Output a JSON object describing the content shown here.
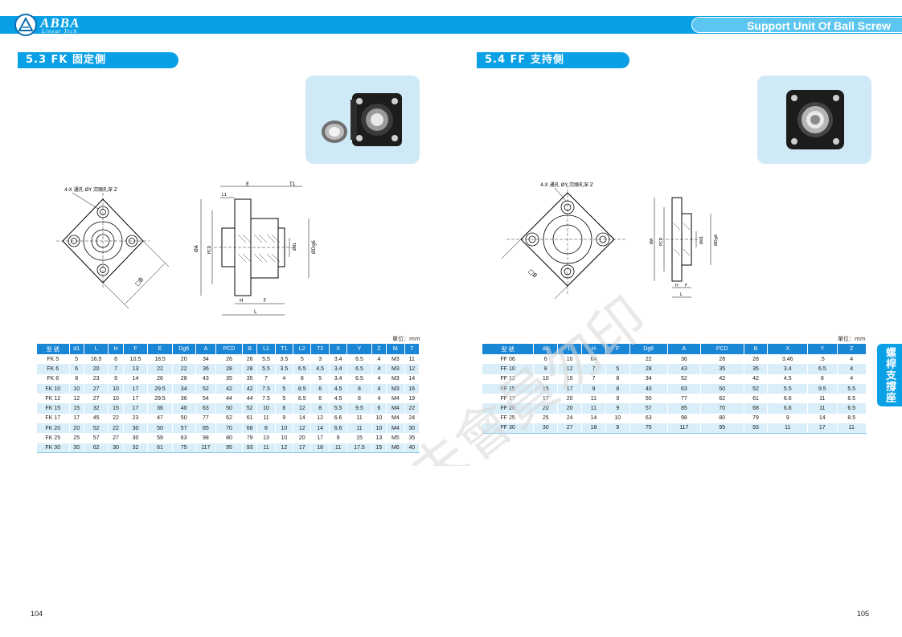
{
  "header": {
    "brand": "ABBA",
    "brand_sub": "Linear Tech",
    "right_title": "Support Unit Of Ball Screw"
  },
  "left": {
    "section_title": "5.3 FK 固定側",
    "unit_label": "單位：mm",
    "drawing_note": "4-X 通孔 ØY 沉頭孔深 Z",
    "dims": {
      "E": "E",
      "T1": "T1",
      "L1": "L1",
      "A": "ØA",
      "PCD": "PCD",
      "d1": "Ød1",
      "Dg6": "ØDg6",
      "H": "H",
      "F": "F",
      "L": "L",
      "B": "□B"
    },
    "table": {
      "headers": [
        "型 號",
        "d1",
        "L",
        "H",
        "F",
        "E",
        "Dg6",
        "A",
        "PCD",
        "B",
        "L1",
        "T1",
        "L2",
        "T2",
        "X",
        "Y",
        "Z",
        "M",
        "T"
      ],
      "rows": [
        [
          "FK 5",
          "5",
          "16.5",
          "6",
          "10.5",
          "18.5",
          "20",
          "34",
          "26",
          "26",
          "5.5",
          "3.5",
          "5",
          "3",
          "3.4",
          "6.5",
          "4",
          "M3",
          "11"
        ],
        [
          "FK 6",
          "6",
          "20",
          "7",
          "13",
          "22",
          "22",
          "36",
          "28",
          "28",
          "5.5",
          "3.5",
          "6.5",
          "4.5",
          "3.4",
          "6.5",
          "4",
          "M3",
          "12"
        ],
        [
          "FK 8",
          "8",
          "23",
          "9",
          "14",
          "26",
          "28",
          "43",
          "35",
          "35",
          "7",
          "4",
          "8",
          "5",
          "3.4",
          "6.5",
          "4",
          "M3",
          "14"
        ],
        [
          "FK 10",
          "10",
          "27",
          "10",
          "17",
          "29.5",
          "34",
          "52",
          "42",
          "42",
          "7.5",
          "5",
          "8.5",
          "6",
          "4.5",
          "8",
          "4",
          "M3",
          "16"
        ],
        [
          "FK 12",
          "12",
          "27",
          "10",
          "17",
          "29.5",
          "36",
          "54",
          "44",
          "44",
          "7.5",
          "5",
          "8.5",
          "6",
          "4.5",
          "8",
          "4",
          "M4",
          "19"
        ],
        [
          "FK 15",
          "15",
          "32",
          "15",
          "17",
          "36",
          "40",
          "63",
          "50",
          "52",
          "10",
          "6",
          "12",
          "8",
          "5.5",
          "9.5",
          "6",
          "M4",
          "22"
        ],
        [
          "FK 17",
          "17",
          "45",
          "22",
          "23",
          "47",
          "50",
          "77",
          "62",
          "61",
          "11",
          "9",
          "14",
          "12",
          "6.6",
          "11",
          "10",
          "M4",
          "24"
        ],
        [
          "FK 20",
          "20",
          "52",
          "22",
          "30",
          "50",
          "57",
          "85",
          "70",
          "68",
          "8",
          "10",
          "12",
          "14",
          "6.6",
          "11",
          "10",
          "M4",
          "30"
        ],
        [
          "FK 25",
          "25",
          "57",
          "27",
          "30",
          "59",
          "63",
          "98",
          "80",
          "79",
          "13",
          "10",
          "20",
          "17",
          "9",
          "15",
          "13",
          "M5",
          "35"
        ],
        [
          "FK 30",
          "30",
          "62",
          "30",
          "32",
          "61",
          "75",
          "117",
          "95",
          "93",
          "11",
          "12",
          "17",
          "18",
          "11",
          "17.5",
          "15",
          "M6",
          "40"
        ]
      ]
    },
    "page_number": "104"
  },
  "right": {
    "section_title": "5.4 FF 支持側",
    "unit_label": "單位：mm",
    "drawing_note": "4-X 通孔 ØY 沉頭孔深 Z",
    "dims": {
      "A": "ØA",
      "PCD": "PCD",
      "d1": "Ød1",
      "Dg6": "ØDg6",
      "H": "H",
      "F": "F",
      "L": "L",
      "B": "□B"
    },
    "table": {
      "headers": [
        "型 號",
        "d1",
        "L",
        "H",
        "F",
        "Dg6",
        "A",
        "PCD",
        "B",
        "X",
        "Y",
        "Z"
      ],
      "rows": [
        [
          "FF 06",
          "6",
          "10",
          "64",
          "",
          "22",
          "36",
          "28",
          "28",
          "3.46",
          ".5",
          "4"
        ],
        [
          "FF 10",
          "8",
          "12",
          "7",
          "5",
          "28",
          "43",
          "35",
          "35",
          "3.4",
          "6.5",
          "4"
        ],
        [
          "FF 12",
          "10",
          "15",
          "7",
          "8",
          "34",
          "52",
          "42",
          "42",
          "4.5",
          "8",
          "4"
        ],
        [
          "FF 15",
          "15",
          "17",
          "9",
          "8",
          "40",
          "63",
          "50",
          "52",
          "5.5",
          "9.5",
          "5.5"
        ],
        [
          "FF 17",
          "17",
          "20",
          "11",
          "9",
          "50",
          "77",
          "62",
          "61",
          "6.6",
          "11",
          "6.5"
        ],
        [
          "FF 20",
          "20",
          "20",
          "11",
          "9",
          "57",
          "85",
          "70",
          "68",
          "6.6",
          "11",
          "6.5"
        ],
        [
          "FF 25",
          "25",
          "24",
          "14",
          "10",
          "63",
          "98",
          "80",
          "79",
          "9",
          "14",
          "8.5"
        ],
        [
          "FF 30",
          "30",
          "27",
          "18",
          "9",
          "75",
          "117",
          "95",
          "93",
          "11",
          "17",
          "11"
        ]
      ]
    },
    "page_number": "105"
  },
  "side_tab": "螺桿支撐座",
  "watermark": "未會員勿印",
  "colors": {
    "primary": "#0aa0e6",
    "table_header": "#1a86d6",
    "row_alt": "#d9eef9",
    "photo_bg": "#cfe9f7"
  }
}
